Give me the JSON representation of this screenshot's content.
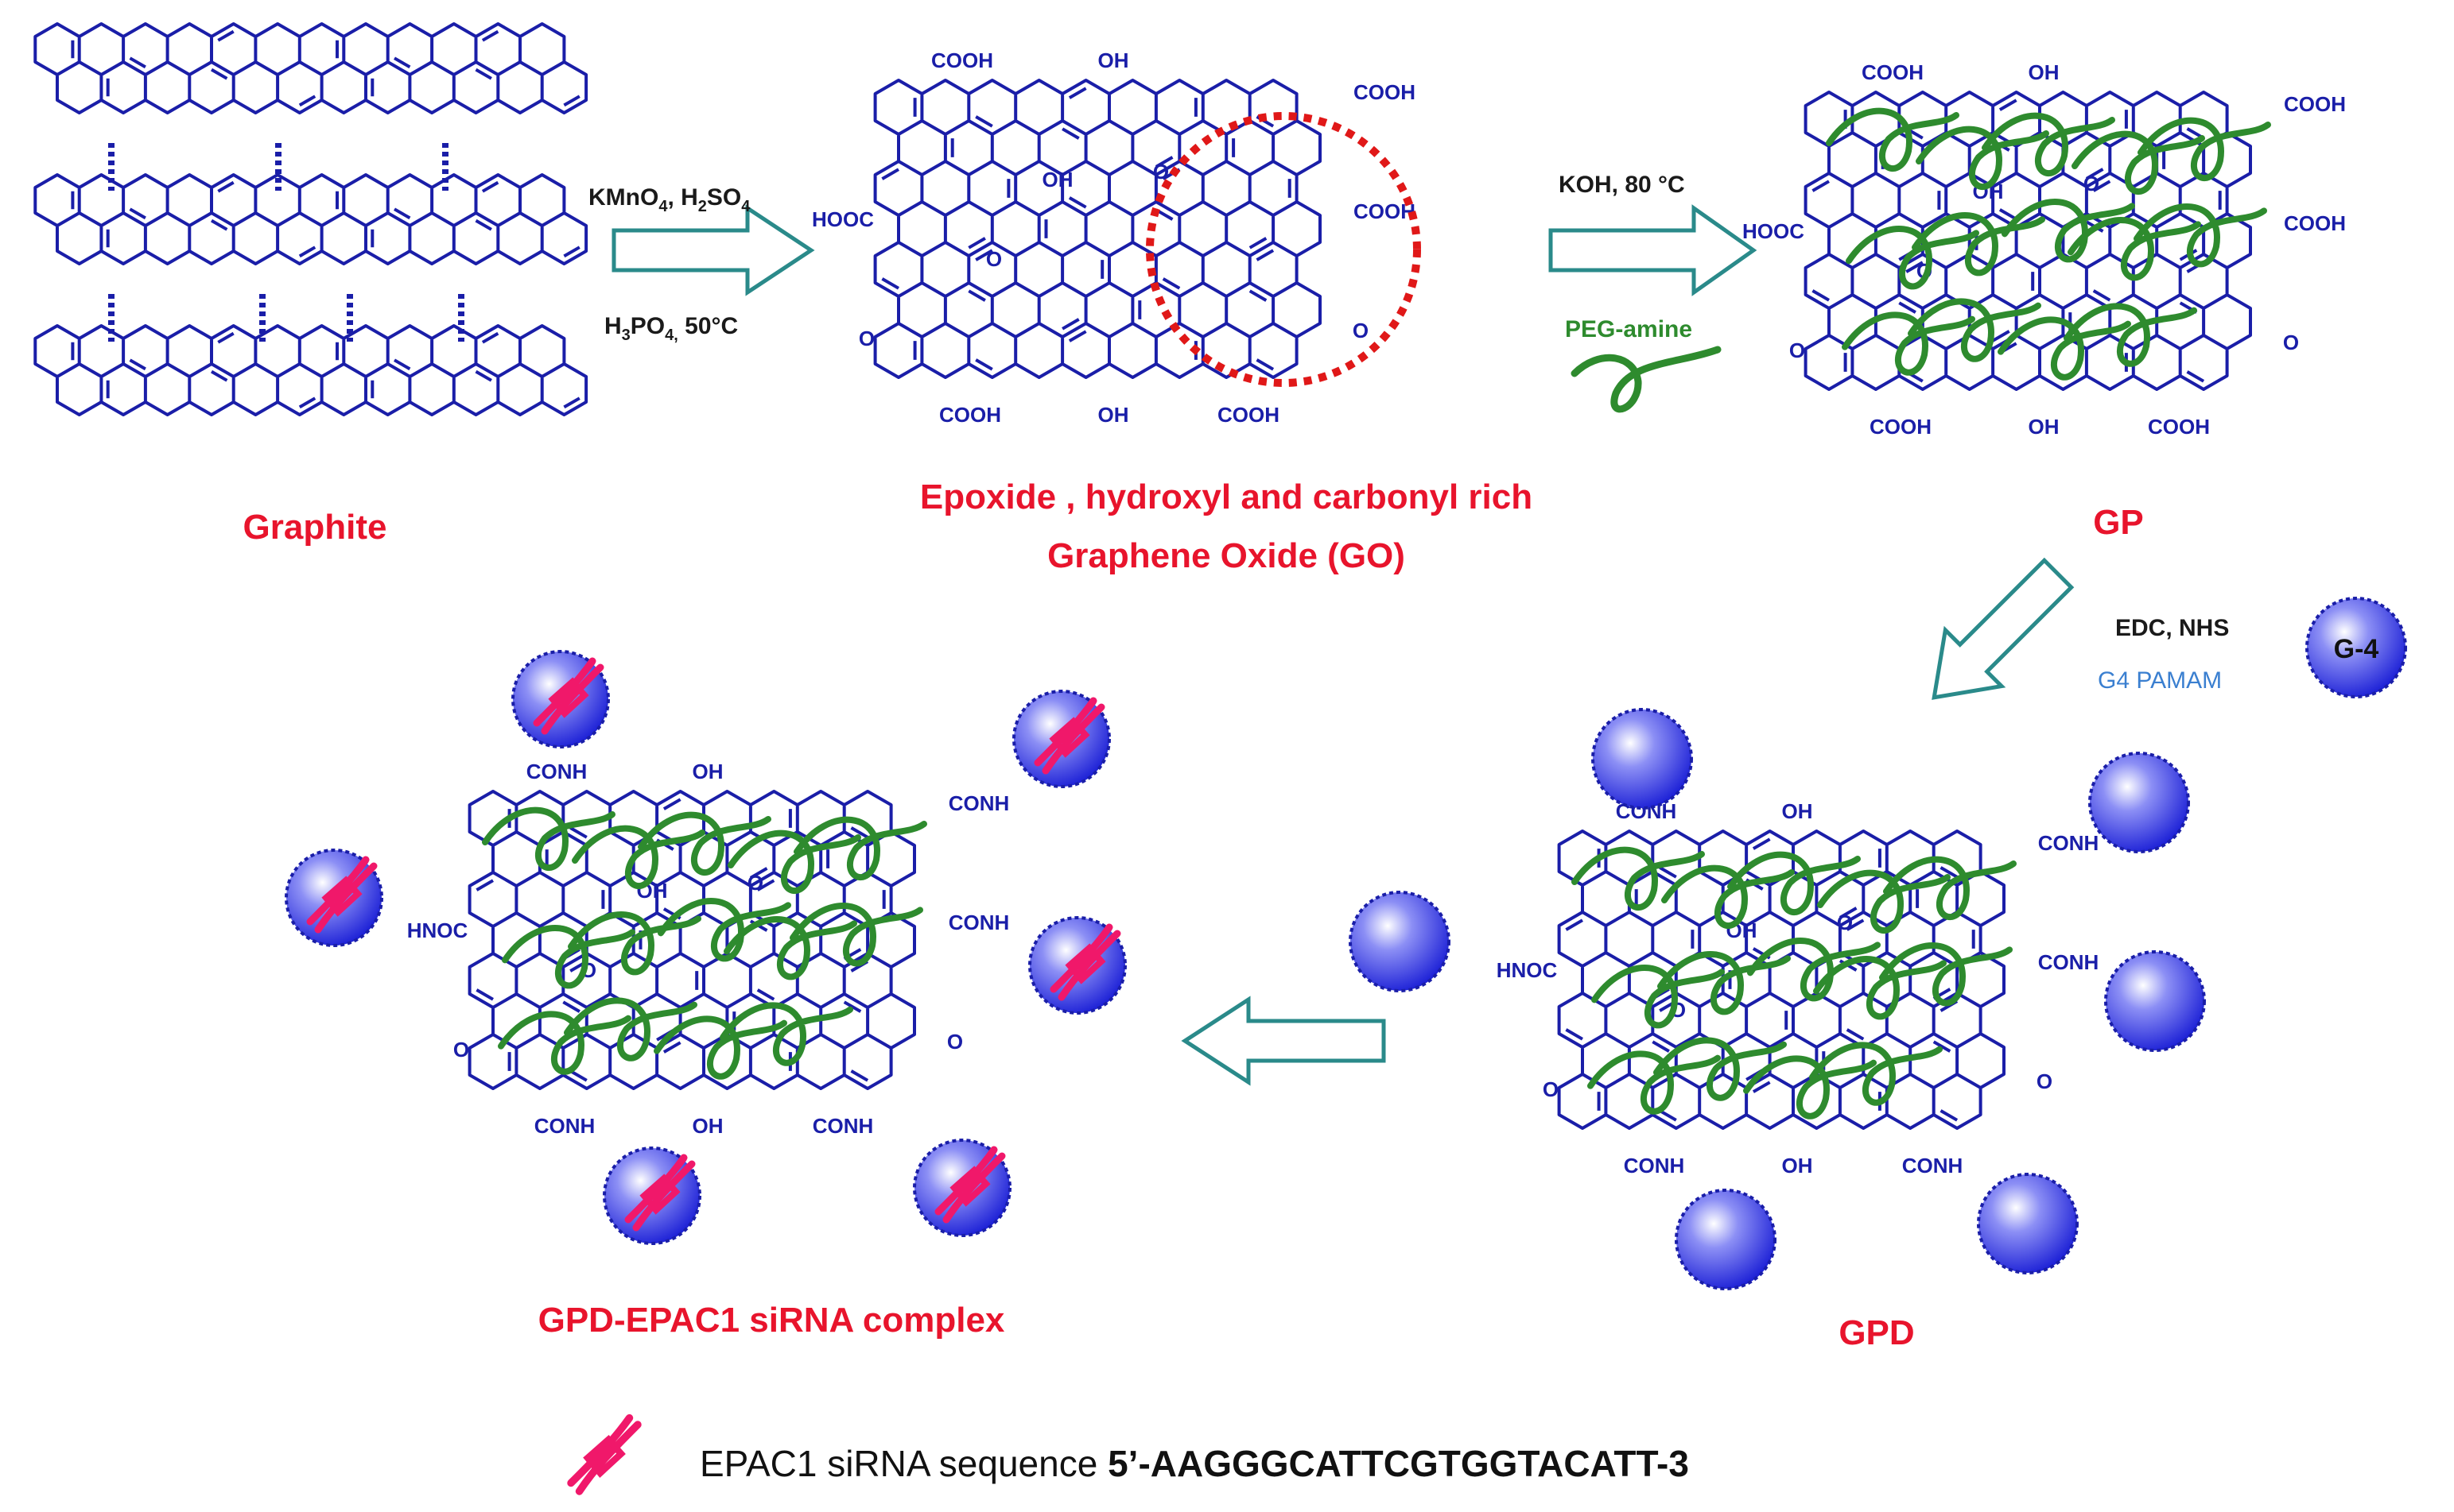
{
  "labels": {
    "graphite": "Graphite",
    "go_line1": "Epoxide , hydroxyl and carbonyl rich",
    "go_line2": "Graphene Oxide (GO)",
    "gp": "GP",
    "gpd": "GPD",
    "complex": "GPD-EPAC1 siRNA complex",
    "sirna_legend": "EPAC1 siRNA sequence",
    "sirna_sequence": "5’-AAGGGCATTCGTGGTACATT-3"
  },
  "step1": {
    "reagent_a": "KMnO",
    "reagent_a_sub": "4",
    "reagent_a_sep": ", H",
    "reagent_a_sub2": "2",
    "reagent_a_tail": "SO",
    "reagent_a_sub3": "4",
    "reagent_b": "H",
    "reagent_b_sub": "3",
    "reagent_b_mid": "PO",
    "reagent_b_sub2": "4,",
    "reagent_b_tail": " 50°C"
  },
  "step2": {
    "reagent": "KOH, 80 °C",
    "peg": "PEG-amine"
  },
  "step3": {
    "reagent": "EDC, NHS",
    "dendrimer_label": "G4 PAMAM",
    "dendrimer_badge": "G-4"
  },
  "groups": {
    "cooh": "COOH",
    "hooc": "HOOC",
    "oh": "OH",
    "o": "O",
    "conh": "CONH",
    "hnoc": "HNOC"
  },
  "colors": {
    "lattice": "#1a1ea8",
    "label_red": "#e8142c",
    "arrow": "#2a8a8a",
    "peg": "#2e8b2e",
    "dendrimer": "#2a2ee0",
    "sirna": "#f0186a",
    "go_circle": "#e01818"
  }
}
